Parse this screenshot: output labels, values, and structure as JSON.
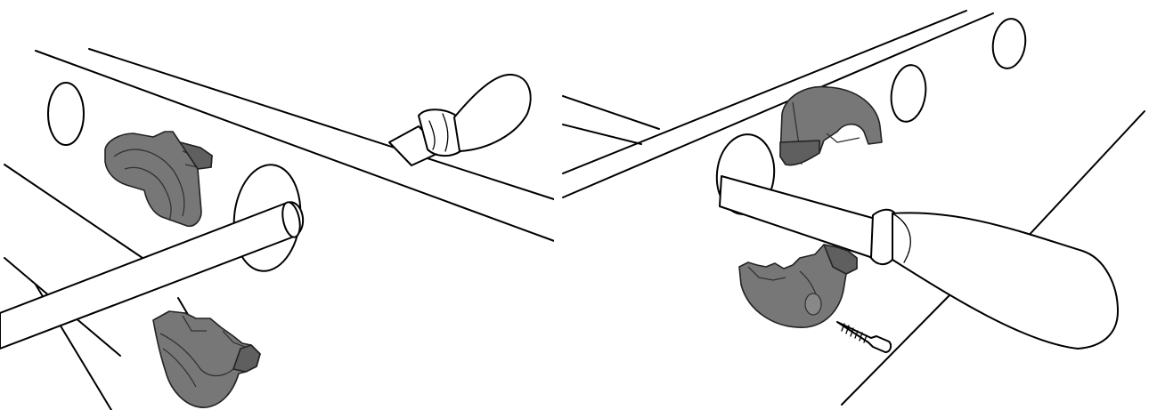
{
  "figure": {
    "panels": [
      {
        "id": "left",
        "depicts": [
          "rod-bar",
          "table-side-panel",
          "rod-hole",
          "upper-bearing-half",
          "lower-bearing-half",
          "handle"
        ]
      },
      {
        "id": "right",
        "depicts": [
          "rod-bar",
          "table-side-panel",
          "rod-hole",
          "upper-bearing-half",
          "lower-bearing-half",
          "handle",
          "screw"
        ]
      }
    ],
    "colors": {
      "line": "#000000",
      "background": "#ffffff",
      "part_fill": "#777777",
      "part_fill_dark": "#5f5f5f"
    }
  }
}
